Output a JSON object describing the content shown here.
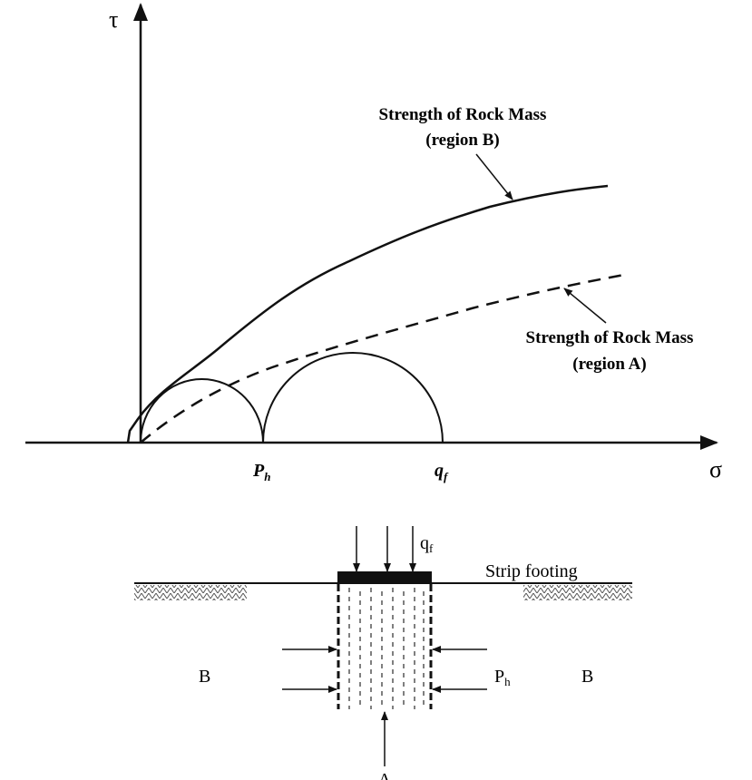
{
  "mohr_plot": {
    "y_axis_label": "τ",
    "x_axis_label": "σ",
    "tick_ph": {
      "main": "P",
      "sub": "h"
    },
    "tick_qf": {
      "main": "q",
      "sub": "f"
    },
    "curve_b_label_line1": "Strength of Rock Mass",
    "curve_b_label_line2": "(region B)",
    "curve_a_label_line1": "Strength of Rock Mass",
    "curve_a_label_line2": "(region A)"
  },
  "footing_sketch": {
    "load_label": {
      "main": "q",
      "sub": "f"
    },
    "footing_label": "Strip footing",
    "region_left": "B",
    "region_right": "B",
    "pressure_label": {
      "main": "P",
      "sub": "h"
    },
    "region_center": "A"
  }
}
